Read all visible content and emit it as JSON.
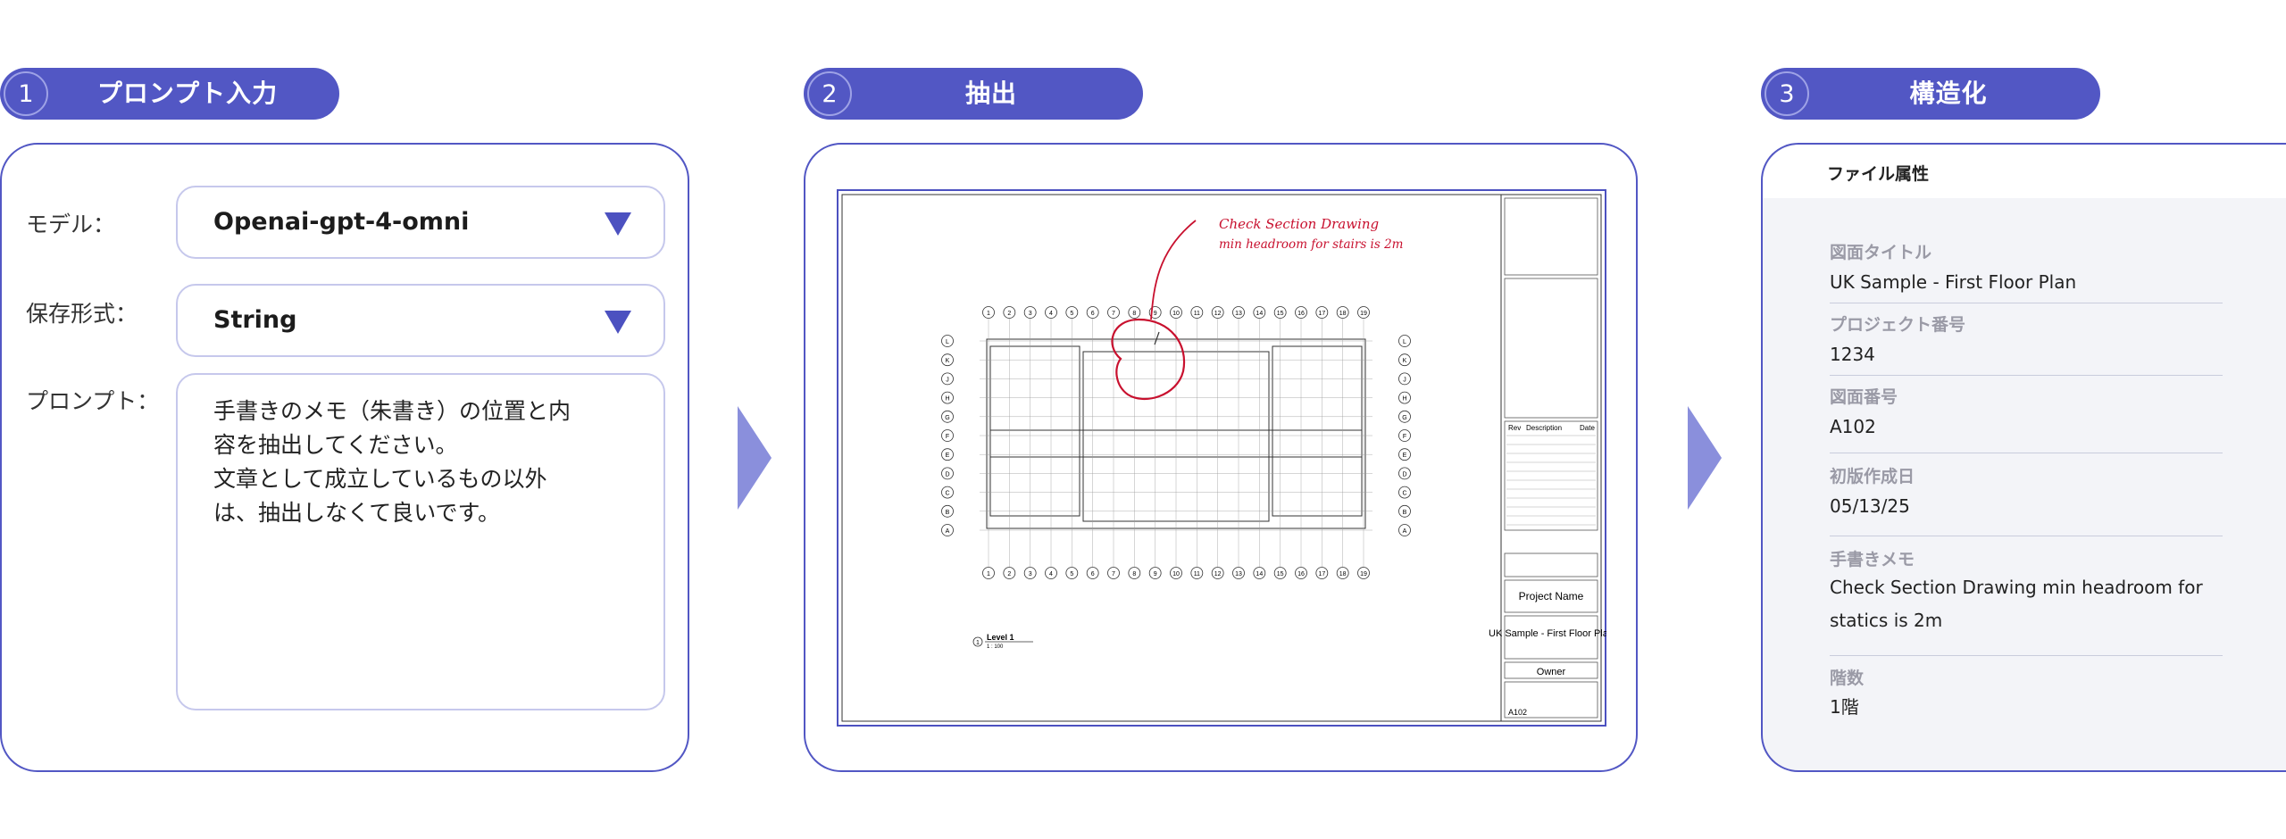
{
  "steps": [
    {
      "number": "1",
      "title": "プロンプト入力"
    },
    {
      "number": "2",
      "title": "抽出"
    },
    {
      "number": "3",
      "title": "構造化"
    }
  ],
  "prompt_panel": {
    "model_label": "モデル：",
    "model_value": "Openai-gpt-4-omni",
    "format_label": "保存形式：",
    "format_value": "String",
    "prompt_label": "プロンプト：",
    "prompt_text": "手書きのメモ（朱書き）の位置と内\n容を抽出してください。\n文章として成立しているもの以外\nは、抽出しなくて良いです。"
  },
  "drawing": {
    "handwritten_note_line1": "Check Section Drawing",
    "handwritten_note_line2": "min headroom for stairs is 2m",
    "grid_numbers": [
      "1",
      "2",
      "3",
      "4",
      "5",
      "6",
      "7",
      "8",
      "9",
      "10",
      "11",
      "12",
      "13",
      "14",
      "15",
      "16",
      "17",
      "18",
      "19"
    ],
    "grid_letters_left": [
      "L",
      "K",
      "J",
      "H",
      "G",
      "F",
      "E",
      "D",
      "C",
      "B",
      "A"
    ],
    "revision_headers": [
      "Rev",
      "Description",
      "Date"
    ],
    "project_name": "Project Name",
    "sheet_title": "UK Sample - First Floor Plan",
    "client": "Owner",
    "sheet_number": "A102",
    "view_label": "Level 1",
    "view_scale": "1 : 100",
    "view_number": "1"
  },
  "structured": {
    "header": "ファイル属性",
    "attributes": [
      {
        "label": "図面タイトル",
        "value": "UK Sample - First Floor Plan"
      },
      {
        "label": "プロジェクト番号",
        "value": "1234"
      },
      {
        "label": "図面番号",
        "value": "A102"
      },
      {
        "label": "初版作成日",
        "value": "05/13/25"
      },
      {
        "label": "手書きメモ",
        "value": "Check Section Drawing min headroom for statics is 2m"
      },
      {
        "label": "階数",
        "value": "1階"
      }
    ]
  },
  "colors": {
    "accent": "#5257c4",
    "arrow": "#8a8fdc",
    "annotation": "#c8102e",
    "card_bg": "#f3f4f8"
  }
}
